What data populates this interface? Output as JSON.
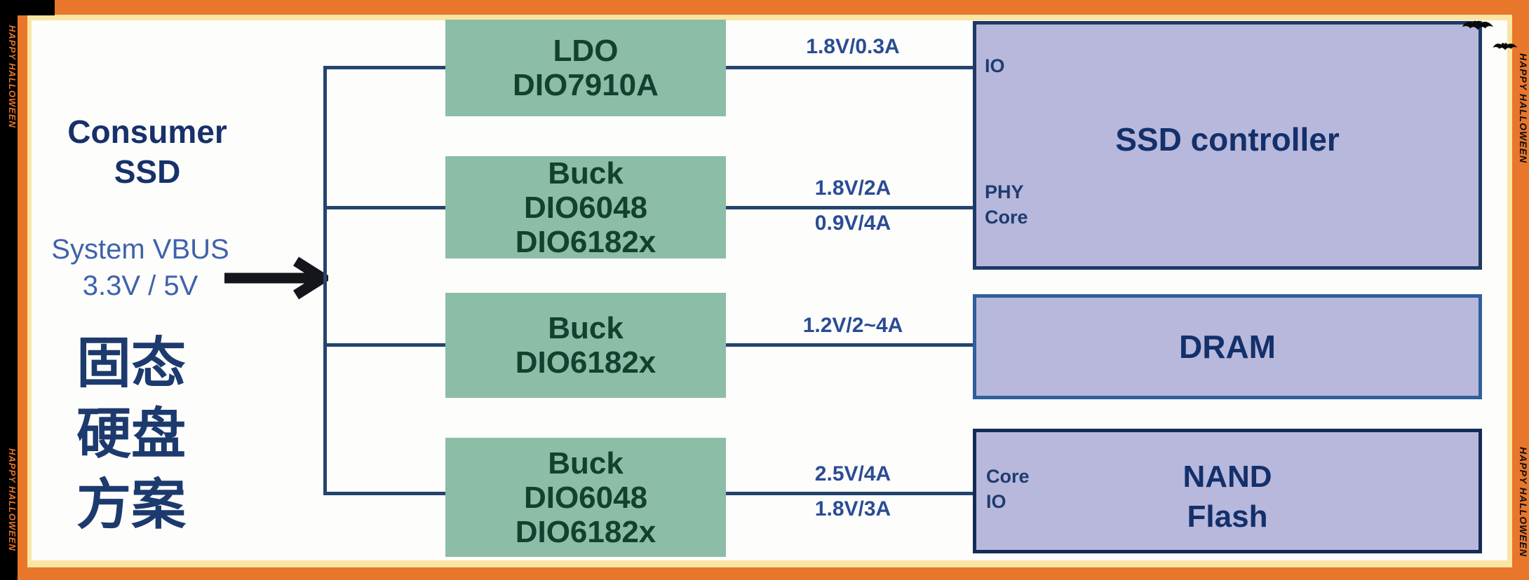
{
  "palette": {
    "frame_orange": "#e8762b",
    "frame_cream": "#fbe5a3",
    "frame_black": "#000000",
    "regulator_green": "#8cbda6",
    "regulator_text_green": "#13402f",
    "load_purple": "#b8b8dc",
    "load_border_navy": "#1d3a66",
    "wire_navy": "#23456e",
    "title_navy": "#16316b",
    "vbus_blue": "#3f63ab",
    "rail_label_blue": "#2b4c94",
    "arrow_black": "#14161c"
  },
  "frame": {
    "happy_halloween": "HAPPY HALLOWEEN"
  },
  "left_panel": {
    "title_line1": "Consumer",
    "title_line2": "SSD",
    "vbus_line1": "System VBUS",
    "vbus_line2": "3.3V / 5V",
    "cn_line1": "固态",
    "cn_line2": "硬盘",
    "cn_line3": "方案"
  },
  "regulators": {
    "ldo": {
      "line1": "LDO",
      "line2": "DIO7910A"
    },
    "buck1": {
      "line1": "Buck",
      "line2": "DIO6048",
      "line3": "DIO6182x"
    },
    "buck2": {
      "line1": "Buck",
      "line2": "DIO6182x"
    },
    "buck3": {
      "line1": "Buck",
      "line2": "DIO6048",
      "line3": "DIO6182x"
    }
  },
  "rails": {
    "r1": {
      "top": "1.8V/0.3A"
    },
    "r2": {
      "top": "1.8V/2A",
      "bottom": "0.9V/4A"
    },
    "r3": {
      "top": "1.2V/2~4A"
    },
    "r4": {
      "top": "2.5V/4A",
      "bottom": "1.8V/3A"
    }
  },
  "loads": {
    "ssd": {
      "title": "SSD controller",
      "pin_io": "IO",
      "pin_phy": "PHY",
      "pin_core": "Core"
    },
    "dram": {
      "title": "DRAM"
    },
    "nand": {
      "title_line1": "NAND",
      "title_line2": "Flash",
      "pin_core": "Core",
      "pin_io": "IO"
    }
  }
}
